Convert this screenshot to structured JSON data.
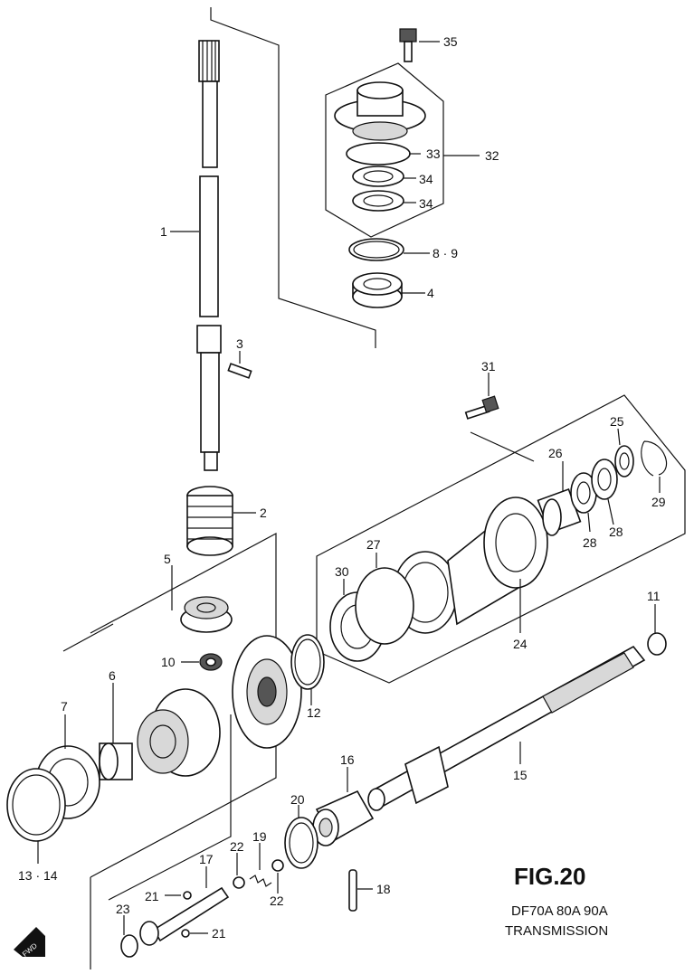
{
  "figure": {
    "title": "FIG.20",
    "models": "DF70A 80A 90A",
    "section": "TRANSMISSION",
    "fwd_label": "FWD"
  },
  "callouts": {
    "p1": "1",
    "p2": "2",
    "p3": "3",
    "p4": "4",
    "p5": "5",
    "p6": "6",
    "p7": "7",
    "p89": "8 · 9",
    "p10": "10",
    "p11": "11",
    "p12": "12",
    "p1314": "13 · 14",
    "p15": "15",
    "p16": "16",
    "p17": "17",
    "p18": "18",
    "p19": "19",
    "p20": "20",
    "p21a": "21",
    "p21b": "21",
    "p22a": "22",
    "p22b": "22",
    "p23": "23",
    "p24": "24",
    "p25": "25",
    "p26": "26",
    "p27": "27",
    "p28a": "28",
    "p28b": "28",
    "p29": "29",
    "p30": "30",
    "p31": "31",
    "p32": "32",
    "p33": "33",
    "p34a": "34",
    "p34b": "34",
    "p35": "35"
  }
}
